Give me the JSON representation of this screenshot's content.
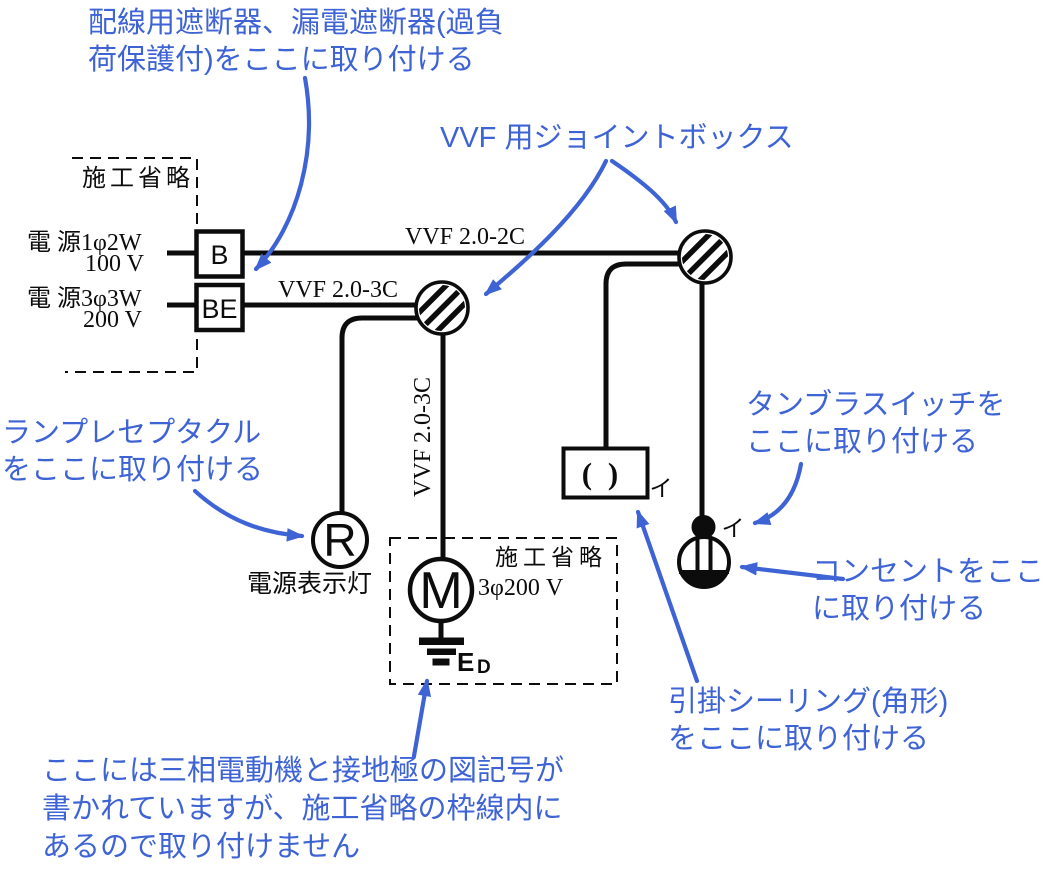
{
  "colors": {
    "annotation_blue": "#3e63d4",
    "line_black": "#0c0c0c"
  },
  "annotations": {
    "breaker": "配線用遮断器、漏電遮断器(過負\n荷保護付)をここに取り付ける",
    "joint_box": "VVF 用ジョイントボックス",
    "lamp": "ランプレセプタクル\nをここに取り付ける",
    "tumbler": "タンブラスイッチを\nここに取り付ける",
    "outlet": "コンセントをここ\nに取り付ける",
    "ceiling": "引掛シーリング(角形)\nをここに取り付ける",
    "note": "ここには三相電動機と接地極の図記号が\n書かれていますが、施工省略の枠線内に\nあるので取り付けません"
  },
  "diagram": {
    "top_omission": "施工省略",
    "sources": [
      {
        "label": "電 源1φ2W",
        "voltage": "100 V"
      },
      {
        "label": "電 源3φ3W",
        "voltage": "200 V"
      }
    ],
    "breakers": {
      "b": "B",
      "be": "BE"
    },
    "cables": {
      "c2": "VVF 2.0-2C",
      "c3": "VVF 2.0-3C",
      "c3_vertical": "VVF 2.0-3C"
    },
    "lamp": {
      "symbol": "R",
      "caption": "電源表示灯"
    },
    "motor": {
      "symbol": "M",
      "spec": "3φ200 V",
      "omission": "施工省略",
      "ground_main": "E",
      "ground_sub": "D"
    },
    "ceiling_rose": {
      "symbol": "( )",
      "mark": "イ"
    },
    "switch": {
      "mark": "イ"
    }
  }
}
